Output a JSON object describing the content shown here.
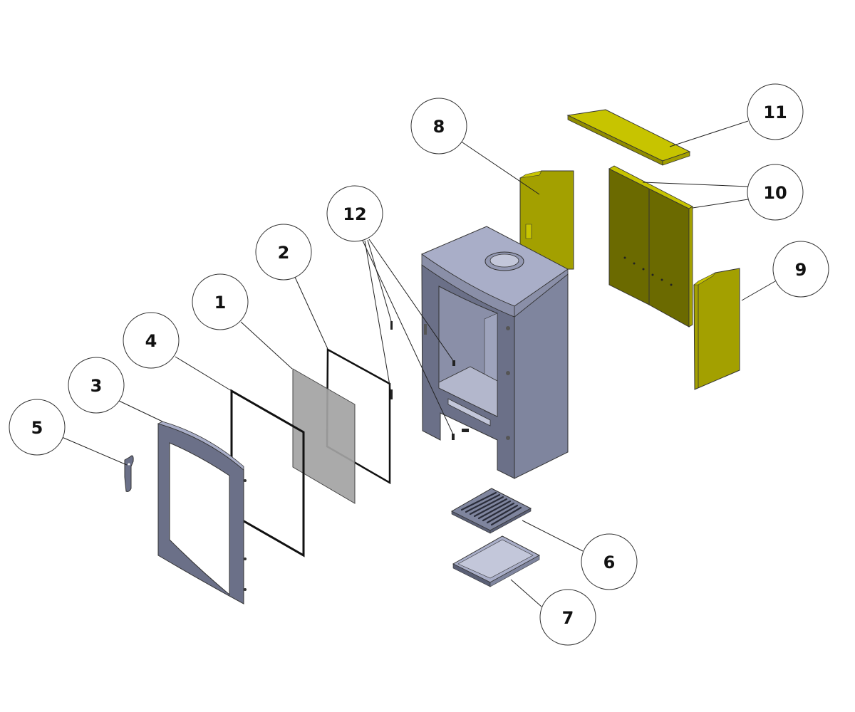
{
  "diagram": {
    "type": "exploded-parts-view",
    "subject": "wood-burning stove",
    "colors": {
      "steel_light": "#a9aec8",
      "steel_mid": "#7f859e",
      "steel_dark": "#5a5f75",
      "liner_light": "#c7c400",
      "liner_mid": "#a3a000",
      "liner_dark": "#6b6a00",
      "glass": "#a3a3a3",
      "seal": "#111111"
    },
    "callouts": [
      {
        "id": "1",
        "label": "1",
        "part": "glass-panel"
      },
      {
        "id": "2",
        "label": "2",
        "part": "inner-glass-seal"
      },
      {
        "id": "3",
        "label": "3",
        "part": "door-frame"
      },
      {
        "id": "4",
        "label": "4",
        "part": "door-rope-seal"
      },
      {
        "id": "5",
        "label": "5",
        "part": "door-handle"
      },
      {
        "id": "6",
        "label": "6",
        "part": "grate"
      },
      {
        "id": "7",
        "label": "7",
        "part": "ash-pan"
      },
      {
        "id": "8",
        "label": "8",
        "part": "side-firebrick-left"
      },
      {
        "id": "9",
        "label": "9",
        "part": "side-firebrick-right"
      },
      {
        "id": "10",
        "label": "10",
        "part": "rear-firebricks"
      },
      {
        "id": "11",
        "label": "11",
        "part": "baffle-plate"
      },
      {
        "id": "12",
        "label": "12",
        "part": "glass-clips-and-screws"
      }
    ]
  }
}
